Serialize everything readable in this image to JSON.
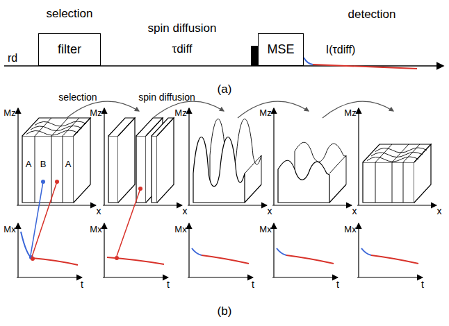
{
  "diagram": {
    "nodes": [
      {
        "text": [
          "selection",
          "filter"
        ]
      },
      {
        "text": [
          "MSE"
        ]
      }
    ],
    "labels": [
      "rd",
      "spin diffusion",
      "τdiff",
      "detection",
      "I(τdiff)",
      "(a)",
      "selection",
      "spin diffusion",
      "Mz",
      "x",
      "Mx",
      "t",
      "Mz",
      "x",
      "Mx",
      "t",
      "Mz",
      "x",
      "Mx",
      "t",
      "Mz",
      "x",
      "Mx",
      "t",
      "Mz",
      "x",
      "Mx",
      "t",
      "A",
      "B",
      "A",
      "(b)"
    ]
  }
}
